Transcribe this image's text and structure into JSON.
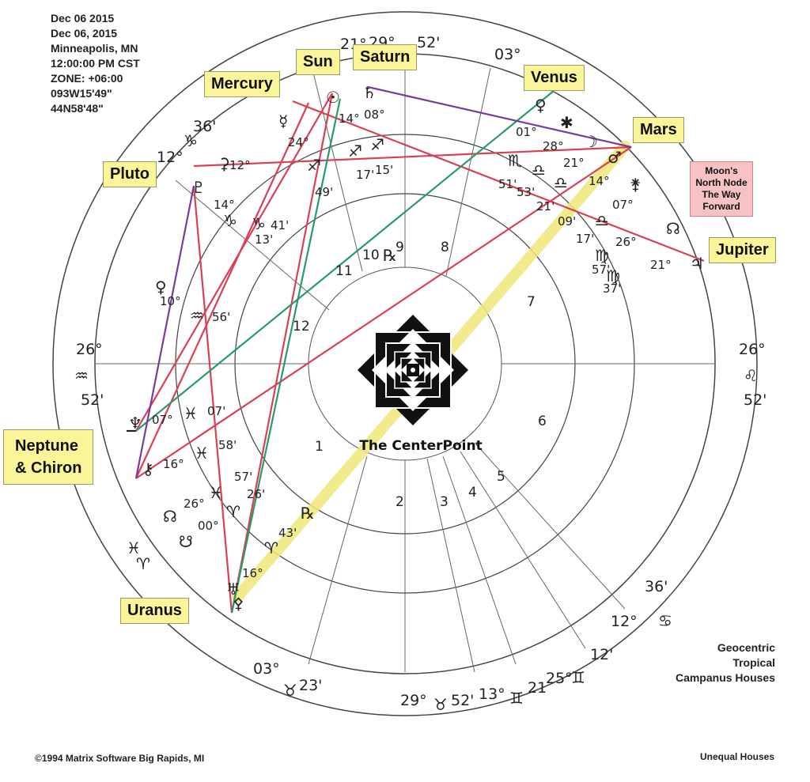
{
  "chart_info": {
    "lines": [
      "Dec 06 2015",
      "Dec 06, 2015",
      "Minneapolis, MN",
      "12:00:00 PM CST",
      "ZONE: +06:00",
      "093W15'49\"",
      "44N58'48\""
    ]
  },
  "system_info": {
    "lines": [
      "Geocentric",
      "Tropical",
      "Campanus Houses"
    ]
  },
  "footer": {
    "copyright": "©1994  Matrix Software  Big Rapids, MI",
    "houses_note": "Unequal Houses"
  },
  "center": {
    "title": "The CenterPoint"
  },
  "planet_labels": {
    "sun": "Sun",
    "saturn": "Saturn",
    "mercury": "Mercury",
    "venus": "Venus",
    "mars": "Mars",
    "pluto": "Pluto",
    "jupiter": "Jupiter",
    "neptune_chiron": "Neptune\n& Chiron",
    "uranus": "Uranus"
  },
  "node_label": {
    "lines": [
      "Moon's",
      "North Node",
      "The Way",
      "Forward"
    ]
  },
  "houses": [
    {
      "n": "1"
    },
    {
      "n": "2"
    },
    {
      "n": "3"
    },
    {
      "n": "4"
    },
    {
      "n": "5"
    },
    {
      "n": "6"
    },
    {
      "n": "7"
    },
    {
      "n": "8"
    },
    {
      "n": "9"
    },
    {
      "n": "10"
    },
    {
      "n": "11"
    },
    {
      "n": "12"
    }
  ],
  "cusp_texts": [
    "26°",
    "52'",
    "26°",
    "52'",
    "36'",
    "12°",
    "36'",
    "12°",
    "03°",
    "23'",
    "03°",
    "29°",
    "52'",
    "29°",
    "52'",
    "13°",
    "21",
    "25°",
    "12'",
    "21°",
    "29°",
    "52'"
  ],
  "degree_texts": [
    "14°",
    "08°",
    "24°",
    "01°",
    "28°",
    "21°",
    "14°",
    "07°",
    "12°",
    "14°",
    "17'",
    "15'",
    "49'",
    "51'",
    "53'",
    "21'",
    "09'",
    "17'",
    "26°",
    "21°",
    "57'",
    "37'",
    "41'",
    "13'",
    "10°",
    "56'",
    "07°",
    "07'",
    "16°",
    "58'",
    "57'",
    "26'",
    "26°",
    "00°",
    "43'",
    "16°"
  ],
  "glyph_texts": [
    "♑",
    "♐",
    "♐",
    "♐",
    "♏",
    "♎",
    "♎",
    "♎",
    "♍",
    "♍",
    "♑",
    "♑",
    "♒",
    "♒",
    "♓",
    "♓",
    "♓",
    "♈",
    "♈",
    "♈",
    "♓",
    "♈",
    "♌",
    "♋",
    "♉",
    "♉",
    "♊",
    "♊",
    "℞",
    "℞",
    "♇",
    "♀",
    "☿",
    "☉",
    "♄",
    "♃",
    "☊",
    "♅",
    "⚷",
    "♆",
    "☽",
    "✱",
    "⚳",
    "⚵",
    "♀",
    "☊",
    "☋",
    "♂",
    "⚴"
  ],
  "colors": {
    "yellow_label": "#fbf59a",
    "red_aspect": "#d94055",
    "green_aspect": "#2a9a6c",
    "purple_aspect": "#7a3aa0",
    "highlight": "#efe87a",
    "pink_node": "#f6c2c4"
  }
}
